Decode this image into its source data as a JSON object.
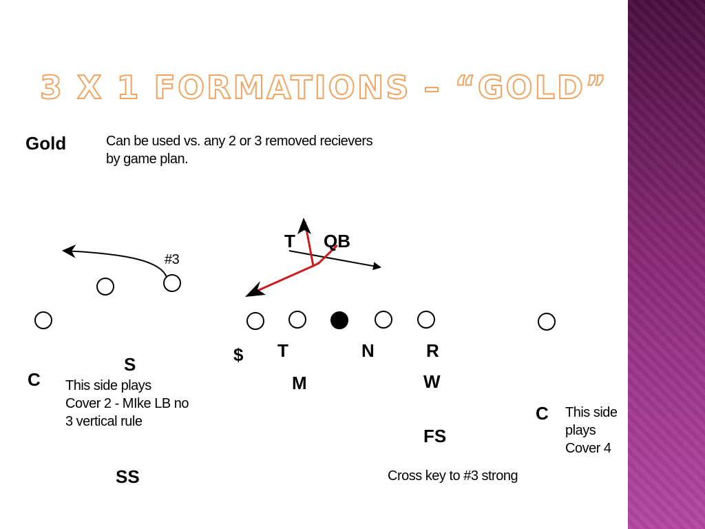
{
  "slide": {
    "title": "3 x 1 Formations – “Gold”",
    "gold_label": "Gold",
    "description_line1": "Can be used vs. any 2 or 3 removed recievers",
    "description_line2": "by game plan."
  },
  "offense": {
    "te_label": "T",
    "qb_label": "QB",
    "receiver_tag": "#3"
  },
  "defense": {
    "dollar": "$",
    "tackle": "T",
    "nose": "N",
    "rush": "R",
    "sam": "S",
    "mike": "M",
    "will": "W",
    "free_safety": "FS",
    "strong_safety": "SS",
    "corner_left": "C",
    "corner_right": "C"
  },
  "notes": {
    "left_line1": "This side plays",
    "left_line2": "Cover 2 - MIke LB no",
    "left_line3": "3 vertical rule",
    "right_line1": "This side",
    "right_line2": "plays",
    "right_line3": "Cover 4",
    "cross_key": "Cross key to #3 strong"
  },
  "colors": {
    "title_orange": "#f0a460",
    "side_band": "#8a2a78",
    "route_red": "#cc1b1b"
  }
}
